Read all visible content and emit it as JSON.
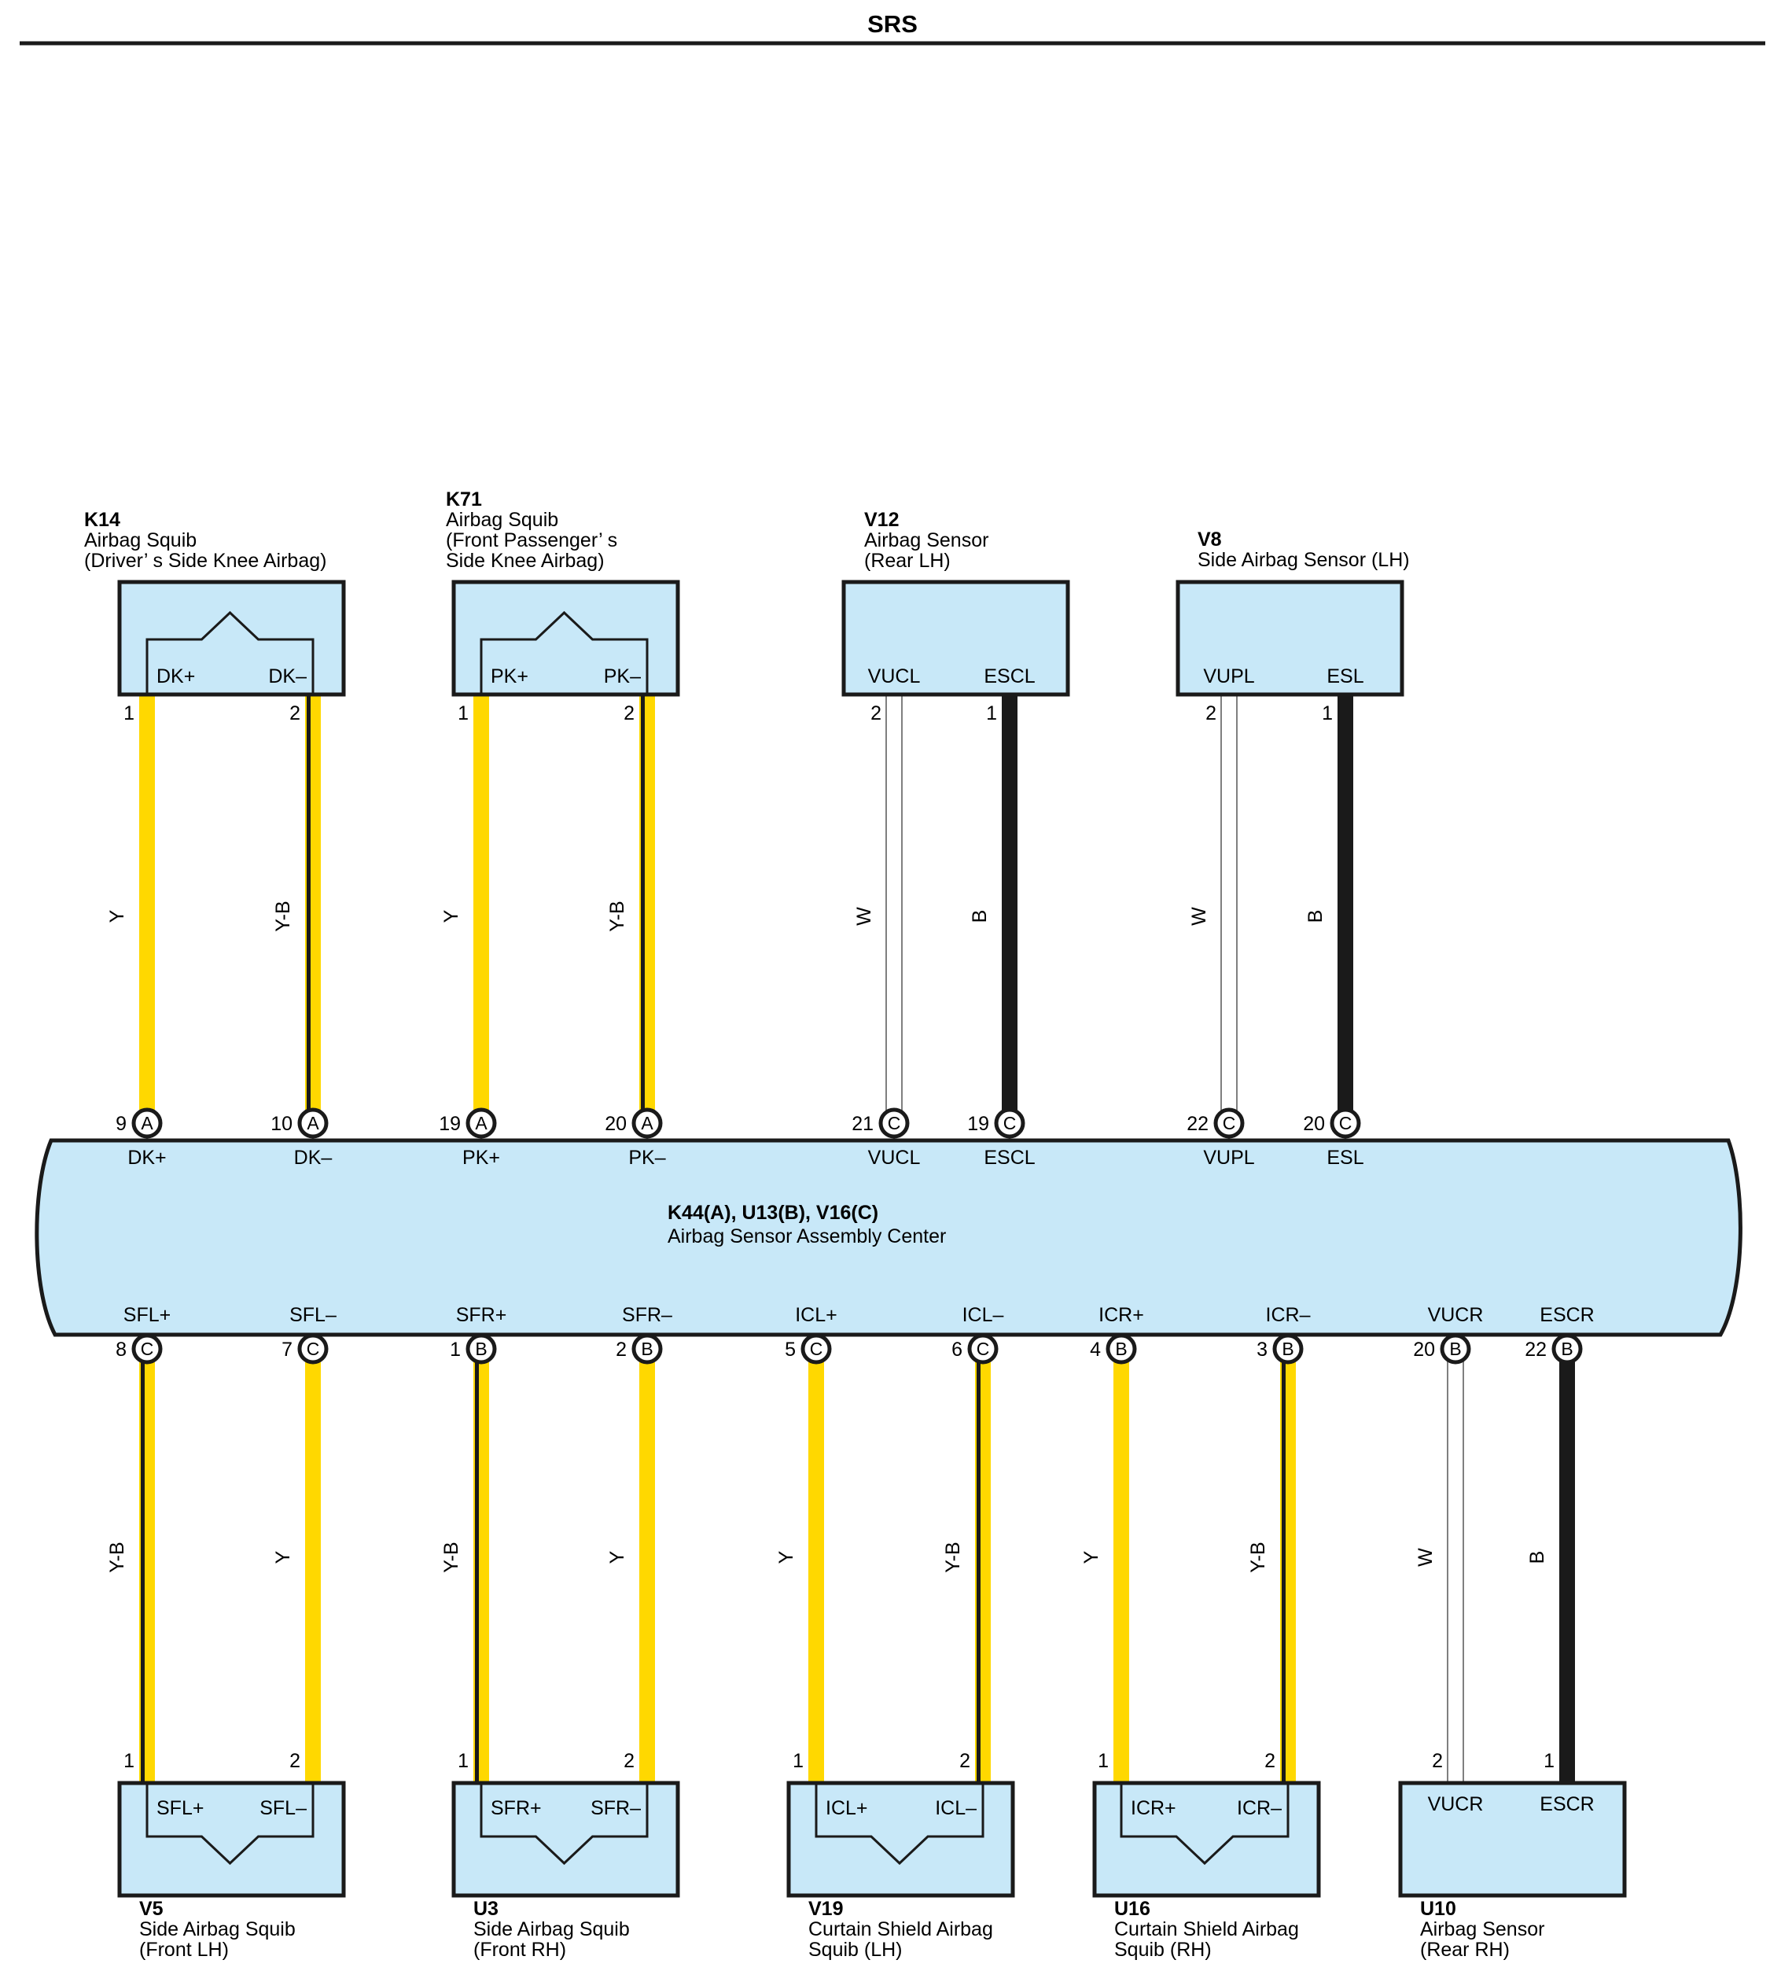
{
  "header": {
    "title": "SRS"
  },
  "colors": {
    "box_fill": "#c8e8f8",
    "Y": "#ffd800",
    "B": "#1a1a1a",
    "W": "#ffffff",
    "outline": "#1a1a1a"
  },
  "ecu": {
    "id": "K44(A), U13(B), V16(C)",
    "name": "Airbag Sensor Assembly Center",
    "top_terminals": [
      "DK+",
      "DK–",
      "PK+",
      "PK–",
      "VUCL",
      "ESCL",
      "VUPL",
      "ESL"
    ],
    "bottom_terminals": [
      "SFL+",
      "SFL–",
      "SFR+",
      "SFR–",
      "ICL+",
      "ICL–",
      "ICR+",
      "ICR–",
      "VUCR",
      "ESCR"
    ]
  },
  "top_connectors": [
    {
      "id": "K14",
      "name_lines": [
        "Airbag Squib",
        "(Driver’ s Side Knee Airbag)"
      ],
      "type": "squib",
      "pins": [
        "DK+",
        "DK–"
      ]
    },
    {
      "id": "K71",
      "name_lines": [
        "Airbag Squib",
        "(Front Passenger’ s",
        " Side Knee Airbag)"
      ],
      "type": "squib",
      "pins": [
        "PK+",
        "PK–"
      ]
    },
    {
      "id": "V12",
      "name_lines": [
        "Airbag Sensor",
        "(Rear LH)"
      ],
      "type": "sensor",
      "pins": [
        "VUCL",
        "ESCL"
      ]
    },
    {
      "id": "V8",
      "name_lines": [
        "Side Airbag Sensor (LH)"
      ],
      "type": "sensor",
      "pins": [
        "VUPL",
        "ESL"
      ]
    }
  ],
  "bottom_connectors": [
    {
      "id": "V5",
      "name_lines": [
        "Side Airbag Squib",
        "(Front LH)"
      ],
      "type": "squib",
      "pins": [
        "SFL+",
        "SFL–"
      ]
    },
    {
      "id": "U3",
      "name_lines": [
        "Side Airbag Squib",
        "(Front RH)"
      ],
      "type": "squib",
      "pins": [
        "SFR+",
        "SFR–"
      ]
    },
    {
      "id": "V19",
      "name_lines": [
        "Curtain Shield Airbag",
        "Squib (LH)"
      ],
      "type": "squib",
      "pins": [
        "ICL+",
        "ICL–"
      ]
    },
    {
      "id": "U16",
      "name_lines": [
        "Curtain Shield Airbag",
        "Squib (RH)"
      ],
      "type": "squib",
      "pins": [
        "ICR+",
        "ICR–"
      ]
    },
    {
      "id": "U10",
      "name_lines": [
        "Airbag Sensor",
        "(Rear RH)"
      ],
      "type": "sensor",
      "pins": [
        "VUCR",
        "ESCR"
      ]
    }
  ],
  "top_wires": [
    {
      "color": "Y",
      "conn_pin": "1",
      "ecu_pin": "9",
      "ecu_conn": "A"
    },
    {
      "color": "Y-B",
      "conn_pin": "2",
      "ecu_pin": "10",
      "ecu_conn": "A"
    },
    {
      "color": "Y",
      "conn_pin": "1",
      "ecu_pin": "19",
      "ecu_conn": "A"
    },
    {
      "color": "Y-B",
      "conn_pin": "2",
      "ecu_pin": "20",
      "ecu_conn": "A"
    },
    {
      "color": "W",
      "conn_pin": "2",
      "ecu_pin": "21",
      "ecu_conn": "C"
    },
    {
      "color": "B",
      "conn_pin": "1",
      "ecu_pin": "19",
      "ecu_conn": "C"
    },
    {
      "color": "W",
      "conn_pin": "2",
      "ecu_pin": "22",
      "ecu_conn": "C"
    },
    {
      "color": "B",
      "conn_pin": "1",
      "ecu_pin": "20",
      "ecu_conn": "C"
    }
  ],
  "bottom_wires": [
    {
      "color": "Y-B",
      "conn_pin": "1",
      "ecu_pin": "8",
      "ecu_conn": "C"
    },
    {
      "color": "Y",
      "conn_pin": "2",
      "ecu_pin": "7",
      "ecu_conn": "C"
    },
    {
      "color": "Y-B",
      "conn_pin": "1",
      "ecu_pin": "1",
      "ecu_conn": "B"
    },
    {
      "color": "Y",
      "conn_pin": "2",
      "ecu_pin": "2",
      "ecu_conn": "B"
    },
    {
      "color": "Y",
      "conn_pin": "1",
      "ecu_pin": "5",
      "ecu_conn": "C"
    },
    {
      "color": "Y-B",
      "conn_pin": "2",
      "ecu_pin": "6",
      "ecu_conn": "C"
    },
    {
      "color": "Y",
      "conn_pin": "1",
      "ecu_pin": "4",
      "ecu_conn": "B"
    },
    {
      "color": "Y-B",
      "conn_pin": "2",
      "ecu_pin": "3",
      "ecu_conn": "B"
    },
    {
      "color": "W",
      "conn_pin": "2",
      "ecu_pin": "20",
      "ecu_conn": "B"
    },
    {
      "color": "B",
      "conn_pin": "1",
      "ecu_pin": "22",
      "ecu_conn": "B"
    }
  ]
}
